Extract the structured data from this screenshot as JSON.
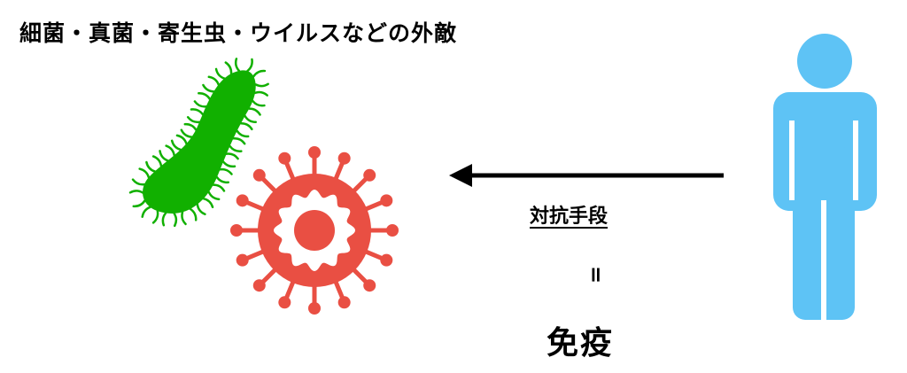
{
  "heading": "細菌・真菌・寄生虫・ウイルスなどの外敵",
  "countermeasure": "対抗手段",
  "equals": "=",
  "immunity": "免疫",
  "colors": {
    "bacterium": "#11b000",
    "virus": "#e94f43",
    "person": "#5ec3f5",
    "arrow": "#000000"
  },
  "icons": {
    "bacterium": "bacterium-icon",
    "virus": "virus-icon",
    "person": "person-icon",
    "arrow": "left-arrow-icon"
  }
}
